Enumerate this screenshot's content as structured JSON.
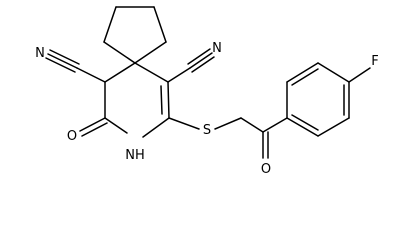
{
  "molecule": {
    "atoms": {
      "n_left": "N",
      "n_right": "N",
      "o_ring": "O",
      "nh": "NH",
      "s": "S",
      "o_ketone": "O",
      "f": "F"
    }
  }
}
